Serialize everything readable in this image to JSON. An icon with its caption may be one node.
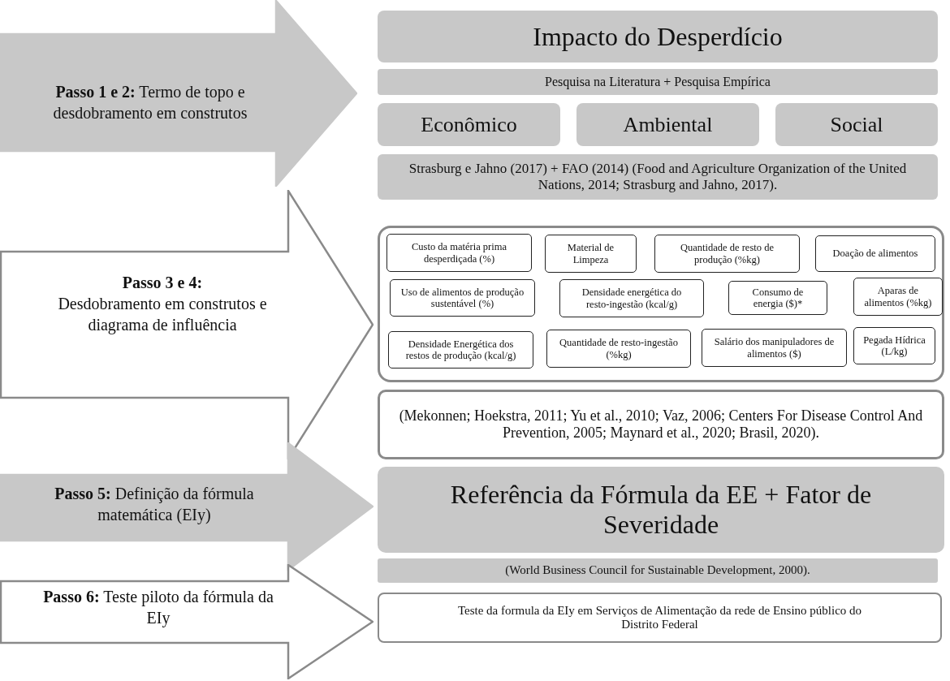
{
  "diagram": {
    "nodes": [
      {
        "text": [
          "**Passo 1 e 2:** Termo de topo e desdobramento em construtos"
        ]
      },
      {
        "text": [
          "Impacto do Desperdício"
        ]
      },
      {
        "text": [
          "Pesquisa na Literatura + Pesquisa Empírica"
        ]
      },
      {
        "text": [
          "Econômico"
        ]
      },
      {
        "text": [
          "Ambiental"
        ]
      },
      {
        "text": [
          "Social"
        ]
      },
      {
        "text": [
          "Strasburg e Jahno (2017) + FAO (2014) (Food and Agriculture Organization of the United Nations, 2014; Strasburg and Jahno, 2017)."
        ]
      },
      {
        "text": [
          "**Passo 3 e 4:** Desdobramento em construtos e diagrama de influência"
        ]
      },
      {
        "text": [],
        "shape": "box"
      },
      {
        "text": [
          "Custo da matéria prima desperdiçada (%)"
        ],
        "in": 8
      },
      {
        "text": [
          "Material de Limpeza"
        ],
        "in": 8
      },
      {
        "text": [
          "Quantidade de resto de produção (%kg)"
        ],
        "in": 8
      },
      {
        "text": [
          "Doação de alimentos"
        ],
        "in": 8
      },
      {
        "text": [
          "Uso de alimentos de produção sustentável (%)"
        ],
        "in": 8
      },
      {
        "text": [
          "Densidade energética do resto-ingestão (kcal/g)"
        ],
        "in": 8
      },
      {
        "text": [
          "Consumo de energia ($)*"
        ],
        "in": 8
      },
      {
        "text": [
          "Aparas de alimentos (%kg)"
        ],
        "in": 8
      },
      {
        "text": [
          "Densidade Energética dos restos de produção (kcal/g)"
        ],
        "in": 8
      },
      {
        "text": [
          "Quantidade de resto-ingestão (%kg)"
        ],
        "in": 8
      },
      {
        "text": [
          "Salário dos manipuladores de alimentos ($)"
        ],
        "in": 8
      },
      {
        "text": [
          "Pegada Hídrica (L/kg)"
        ],
        "in": 8
      },
      {
        "text": [
          "(Mekonnen; Hoekstra, 2011; Yu et al., 2010; Vaz, 2006; Centers For Disease Control And Prevention, 2005; Maynard et al., 2020; Brasil, 2020)."
        ]
      },
      {
        "text": [
          "**Passo 5:** Definição da fórmula matemática (EIy)"
        ]
      },
      {
        "text": [
          "Referência da Fórmula da EE + Fator de Severidade"
        ]
      },
      {
        "text": [
          "(World Business Council for Sustainable Development, 2000)."
        ]
      },
      {
        "text": [
          "**Passo 6:** Teste piloto da fórmula da EIy"
        ]
      },
      {
        "text": [
          "Teste da formula da EIy em Serviços de Alimentação da rede de Ensino público do Distrito Federal"
        ]
      }
    ]
  }
}
